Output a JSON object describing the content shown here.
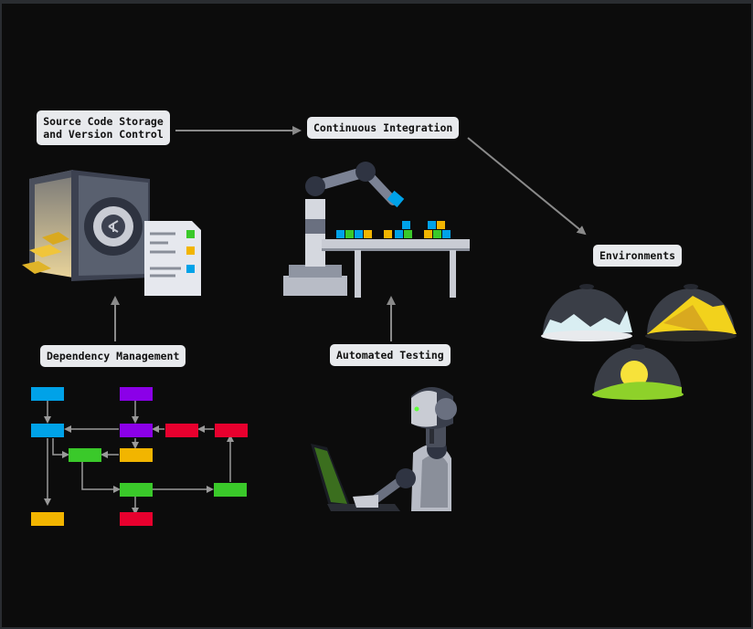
{
  "labels": {
    "source_control": "Source Code Storage\nand Version Control",
    "ci": "Continuous Integration",
    "environments": "Environments",
    "dependency": "Dependency Management",
    "testing": "Automated Testing"
  },
  "colors": {
    "background": "#0c0c0c",
    "label_bg": "#e8eaed",
    "arrow": "#8a8a8a",
    "blue": "#00a2e8",
    "purple": "#8b00e8",
    "red": "#e8002e",
    "green": "#3ac92a",
    "yellow": "#f2b500"
  },
  "icons": [
    "vault-icon",
    "document-icon",
    "robot-arm-icon",
    "conveyor-icon",
    "robot-laptop-icon",
    "snow-dome-icon",
    "desert-dome-icon",
    "meadow-dome-icon"
  ]
}
